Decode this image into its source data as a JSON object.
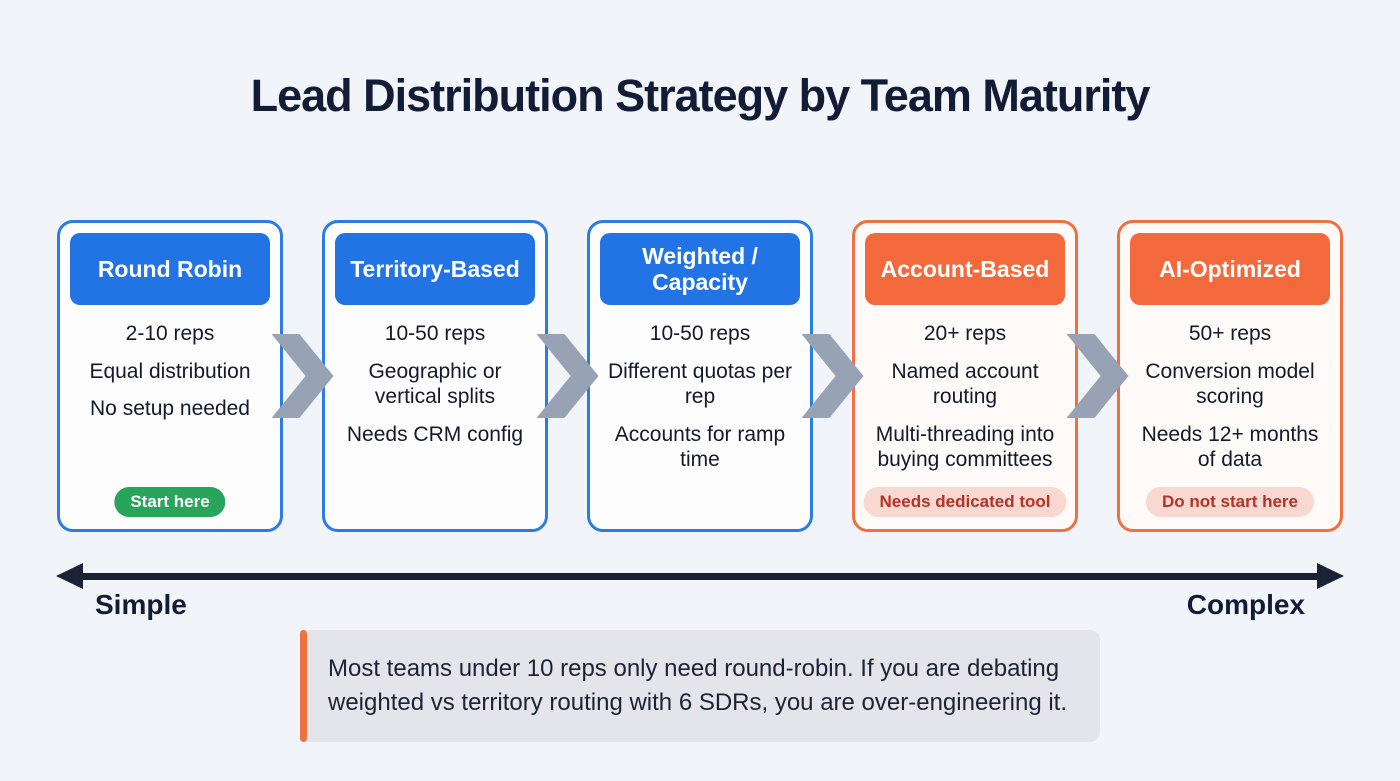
{
  "title": "Lead Distribution Strategy by Team Maturity",
  "colors": {
    "background": "#f1f4f8",
    "navy": "#131c36",
    "blue_header": "#2273e3",
    "blue_border": "#2b7de0",
    "orange_header": "#f2693c",
    "orange_border": "#ef7040",
    "chevron_gray": "#97a3b4",
    "green_badge_bg": "#28a55b",
    "green_badge_text": "#ffffff",
    "pink_badge_bg": "#f8d8d0",
    "pink_badge_text": "#b23327",
    "note_bg": "#e3e5ea",
    "note_accent": "#f0703f"
  },
  "cards": [
    {
      "title": "Round Robin",
      "accent": "blue",
      "features": [
        "2-10 reps",
        "Equal distribution",
        "No setup needed"
      ],
      "badge": {
        "label": "Start here",
        "style": "green"
      }
    },
    {
      "title": "Territory-Based",
      "accent": "blue",
      "features": [
        "10-50 reps",
        "Geographic or vertical splits",
        "Needs CRM config"
      ],
      "badge": null
    },
    {
      "title": "Weighted / Capacity",
      "accent": "blue",
      "features": [
        "10-50 reps",
        "Different quotas per rep",
        "Accounts for ramp time"
      ],
      "badge": null
    },
    {
      "title": "Account-Based",
      "accent": "orange",
      "features": [
        "20+ reps",
        "Named account routing",
        "Multi-threading into buying committees"
      ],
      "badge": {
        "label": "Needs dedicated tool",
        "style": "pink"
      }
    },
    {
      "title": "AI-Optimized",
      "accent": "orange",
      "features": [
        "50+ reps",
        "Conversion model scoring",
        "Needs 12+ months of data"
      ],
      "badge": {
        "label": "Do not start here",
        "style": "pink"
      }
    }
  ],
  "axis": {
    "left_label": "Simple",
    "right_label": "Complex"
  },
  "note": {
    "text": "Most teams under 10 reps only need round-robin. If you are debating weighted vs territory routing with 6 SDRs, you are over-engineering it."
  }
}
